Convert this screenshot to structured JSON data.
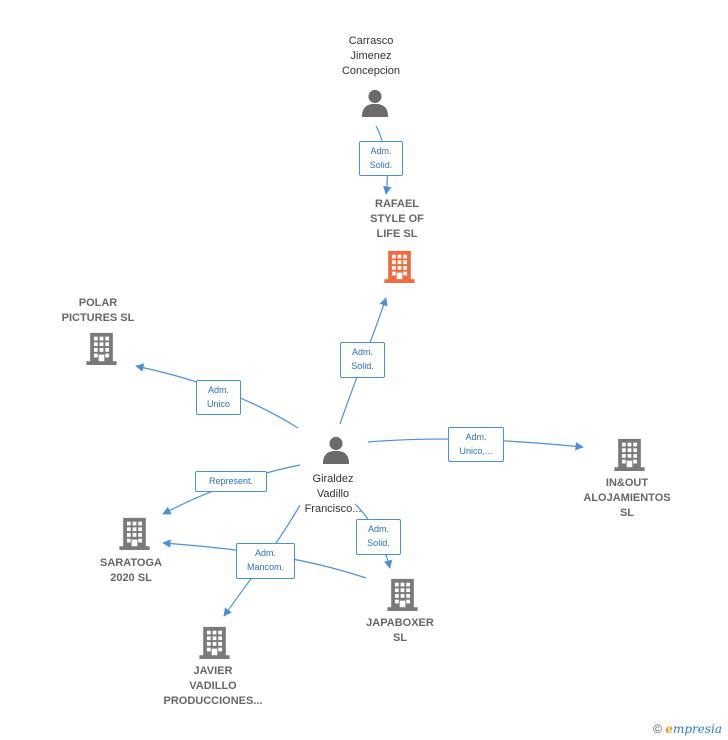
{
  "nodes": {
    "carrasco": {
      "label": "Carrasco\nJimenez\nConcepcion"
    },
    "rafael": {
      "label": "RAFAEL\nSTYLE OF\nLIFE  SL"
    },
    "polar": {
      "label": "POLAR\nPICTURES SL"
    },
    "giraldez": {
      "label": "Giraldez\nVadillo\nFrancisco..."
    },
    "inout": {
      "label": "IN&OUT\nALOJAMIENTOS\nSL"
    },
    "saratoga": {
      "label": "SARATOGA\n2020  SL"
    },
    "japaboxer": {
      "label": "JAPABOXER\nSL"
    },
    "javier": {
      "label": "JAVIER\nVADILLO\nPRODUCCIONES..."
    }
  },
  "edges": {
    "carrasco_rafael": "Adm.\nSolid.",
    "giraldez_rafael": "Adm.\nSolid.",
    "giraldez_polar": "Adm.\nUnico",
    "giraldez_inout": "Adm.\nUnico,...",
    "giraldez_saratoga": "Represent.",
    "giraldez_japaboxer": "Adm.\nSolid.",
    "giraldez_javier_saratoga": "Adm.\nMancom."
  },
  "colors": {
    "edge": "#4a90d9",
    "building": "#7a7a7a",
    "building_highlight": "#f26a3d",
    "person": "#6b6b6b"
  },
  "footer": {
    "copyright": "©",
    "brand": "mpresia",
    "brand_initial": "e"
  }
}
